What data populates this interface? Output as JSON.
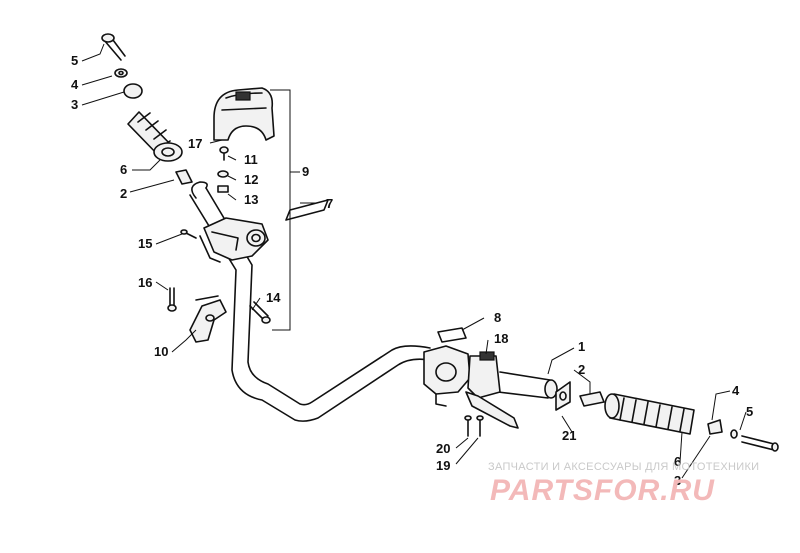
{
  "callouts": {
    "l5": "5",
    "l4": "4",
    "l3": "3",
    "l6": "6",
    "l2": "2",
    "l17": "17",
    "l11": "11",
    "l12": "12",
    "l13": "13",
    "l9": "9",
    "l7": "7",
    "l15": "15",
    "l16": "16",
    "l14": "14",
    "l10": "10",
    "l8": "8",
    "l18": "18",
    "r1": "1",
    "r2": "2",
    "r21": "21",
    "r4": "4",
    "r5": "5",
    "r6": "6",
    "r3": "3",
    "r20": "20",
    "r19": "19"
  },
  "watermark": {
    "caption": "ЗАПЧАСТИ И АКСЕССУАРЫ ДЛЯ МОТОТЕХНИКИ",
    "logo": "PARTSFOR.RU"
  },
  "colors": {
    "line": "#111111",
    "watermark_caption": "#c9c9c9",
    "watermark_logo": "#f3b9b9"
  }
}
